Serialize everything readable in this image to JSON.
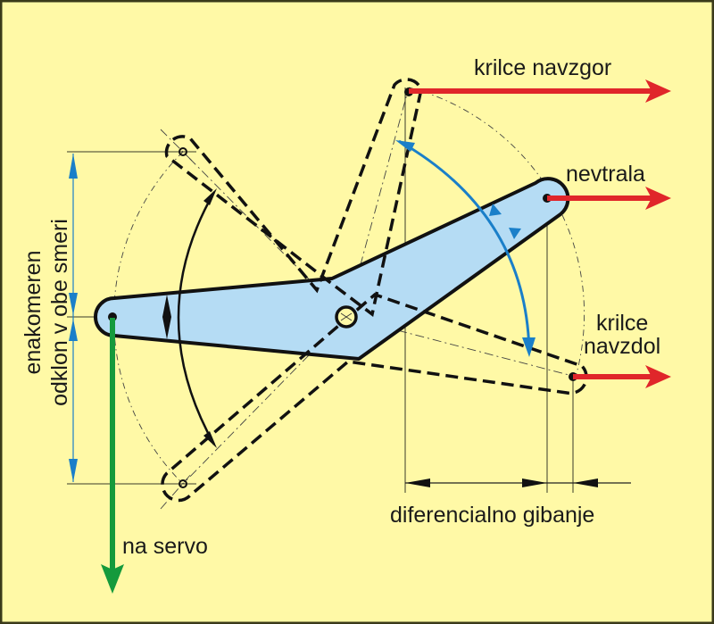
{
  "labels": {
    "aileron_up": "krilce navzgor",
    "neutral": "nevtrala",
    "aileron_down_1": "krilce",
    "aileron_down_2": "navzdol",
    "differential": "diferencialno gibanje",
    "to_servo": "na servo",
    "equal_deflection_1": "enakomeren",
    "equal_deflection_2": "odklon v obe smeri"
  },
  "colors": {
    "background": "#fff9a6",
    "border": "#3a3a1a",
    "lever_fill": "#b5dcf4",
    "outline": "#111111",
    "push_arrow": "#e0262a",
    "servo_arrow": "#159a3c",
    "blue_arrow": "#1a7fc9",
    "dim_line": "#3a3a2a"
  }
}
